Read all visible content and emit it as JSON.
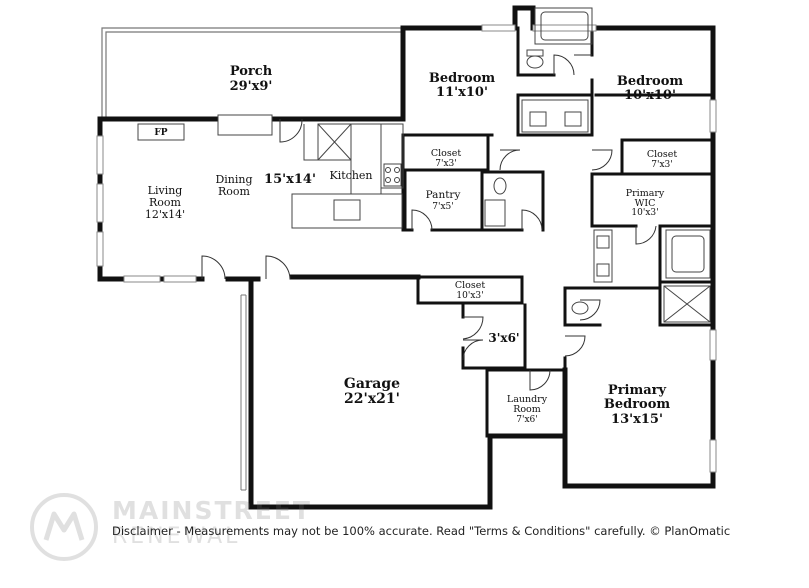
{
  "rooms": {
    "porch": {
      "name": "Porch",
      "dim": "29'x9'"
    },
    "bedroom1": {
      "name": "Bedroom",
      "dim": "11'x10'"
    },
    "bedroom2": {
      "name": "Bedroom",
      "dim": "10'x10'"
    },
    "living": {
      "name1": "Living",
      "name2": "Room",
      "dim": "12'x14'"
    },
    "dining": {
      "name1": "Dining",
      "name2": "Room"
    },
    "center_dim": "15'x14'",
    "kitchen": {
      "name": "Kitchen"
    },
    "fireplace": "FP",
    "closet1": {
      "name": "Closet",
      "dim": "7'x3'"
    },
    "closet2": {
      "name": "Closet",
      "dim": "7'x3'"
    },
    "pantry": {
      "name": "Pantry",
      "dim": "7'x5'"
    },
    "primary_wic": {
      "name1": "Primary",
      "name2": "WIC",
      "dim": "10'x3'"
    },
    "closet3": {
      "name": "Closet",
      "dim": "10'x3'"
    },
    "storage_dim": "3'x6'",
    "garage": {
      "name": "Garage",
      "dim": "22'x21'"
    },
    "laundry": {
      "name1": "Laundry",
      "name2": "Room",
      "dim": "7'x6'"
    },
    "primary_bedroom": {
      "name1": "Primary",
      "name2": "Bedroom",
      "dim": "13'x15'"
    }
  },
  "disclaimer": "Disclaimer - Measurements may not be 100% accurate. Read \"Terms & Conditions\" carefully. © PlanOmatic",
  "watermark": {
    "line1": "MAINSTREET",
    "line2": "RENEWAL"
  },
  "colors": {
    "wall": "#111111",
    "thin": "#666666",
    "window": "#999999",
    "watermark": "#777777"
  }
}
